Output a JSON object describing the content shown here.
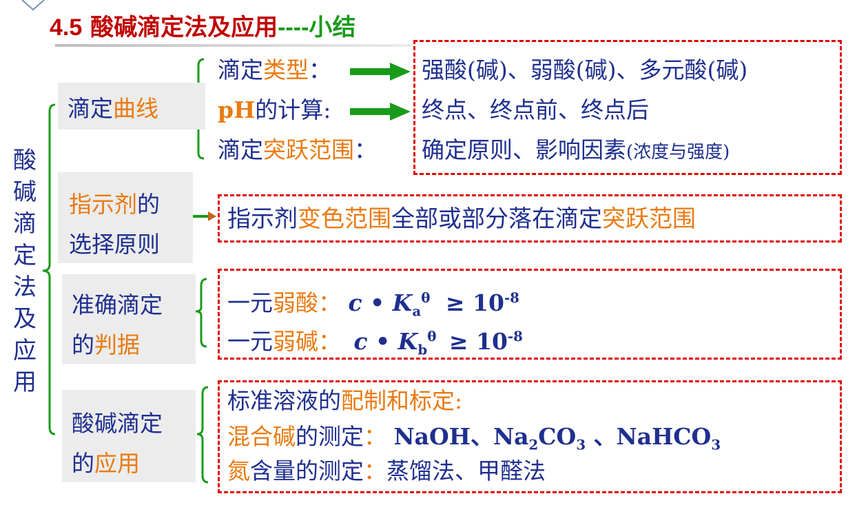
{
  "title": {
    "number": "4.5",
    "main": " 酸碱滴定法及应用",
    "dashes": "----",
    "sub": "小结"
  },
  "vertical_label": [
    "酸",
    "碱",
    "滴",
    "定",
    "法",
    "及",
    "应",
    "用"
  ],
  "section1": {
    "label_a": "滴定",
    "label_b": "曲线",
    "rows": [
      {
        "a": "滴定",
        "b": "类型",
        "c": "："
      },
      {
        "a": "pH",
        "b": "的计算",
        "c": ":"
      },
      {
        "a": "滴定",
        "b": "突跃范围",
        "c": "："
      }
    ],
    "answers": [
      "强酸(碱)、弱酸(碱)、多元酸(碱)",
      "终点、终点前、终点后",
      "确定原则、影响因素",
      "(浓度与强度)"
    ]
  },
  "section2": {
    "label_a": "指示剂",
    "label_b": "的",
    "label_c": "选择原则",
    "answer_parts": [
      "指示剂",
      "变色范围",
      "全部或部分落在滴定",
      "突跃范围"
    ]
  },
  "section3": {
    "label_a": "准确滴定",
    "label_b": "的",
    "label_c": "判据",
    "row1": {
      "a": "一元",
      "b": "弱酸",
      "c": "：",
      "expr": "c • K",
      "sub": "a",
      "sup": "θ",
      "rel": "≥ 10",
      "exp": "-8"
    },
    "row2": {
      "a": "一元",
      "b": "弱碱",
      "c": "：",
      "expr": "c • K",
      "sub": "b",
      "sup": "θ",
      "rel": "≥ 10",
      "exp": "-8"
    }
  },
  "section4": {
    "label_a": "酸碱滴定",
    "label_b": "的",
    "label_c": "应用",
    "row1": {
      "a": "标准溶液的",
      "b": "配制和标定",
      "c": ":"
    },
    "row2": {
      "a": "混合碱",
      "b": "的测定",
      "c": "：",
      "d": "NaOH、Na",
      "d_sub": "2",
      "e": "CO",
      "e_sub": "3",
      "f": " 、NaHCO",
      "f_sub": "3"
    },
    "row3": {
      "a": "氮",
      "b": "含量的测定",
      "c": "：",
      "d": "蒸馏法、甲醛法"
    }
  },
  "colors": {
    "blue": "#1f2f8f",
    "orange": "#ea7a12",
    "red": "#c00000",
    "green": "#1a9a1a",
    "dash": "#e00000"
  }
}
